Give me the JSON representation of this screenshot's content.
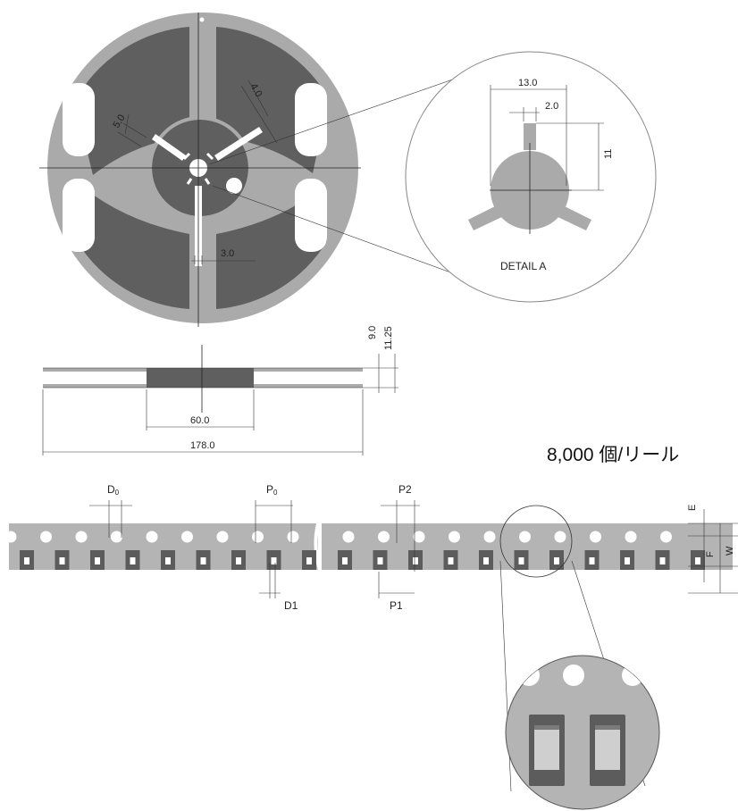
{
  "reel": {
    "dim_slot_left": "5.0",
    "dim_slot_right": "4.0",
    "dim_slot_bottom": "3.0"
  },
  "detail": {
    "dim_width": "13.0",
    "dim_key": "2.0",
    "dim_height": "11",
    "label": "DETAIL A"
  },
  "side_view": {
    "dim_inner": "9.0",
    "dim_outer": "11.25",
    "dim_hub": "60.0",
    "dim_diameter": "178.0"
  },
  "quantity_label": "8,000 個/リール",
  "tape": {
    "d0": "D",
    "d0_sub": "0",
    "p0": "P",
    "p0_sub": "0",
    "p2": "P2",
    "d1": "D1",
    "p1": "P1",
    "e": "E",
    "f": "F",
    "w": "W"
  },
  "colors": {
    "reel_light": "#aaaaaa",
    "reel_dark": "#5f5f5f",
    "tape": "#b4b4b4",
    "pocket": "#5c5c5c"
  }
}
